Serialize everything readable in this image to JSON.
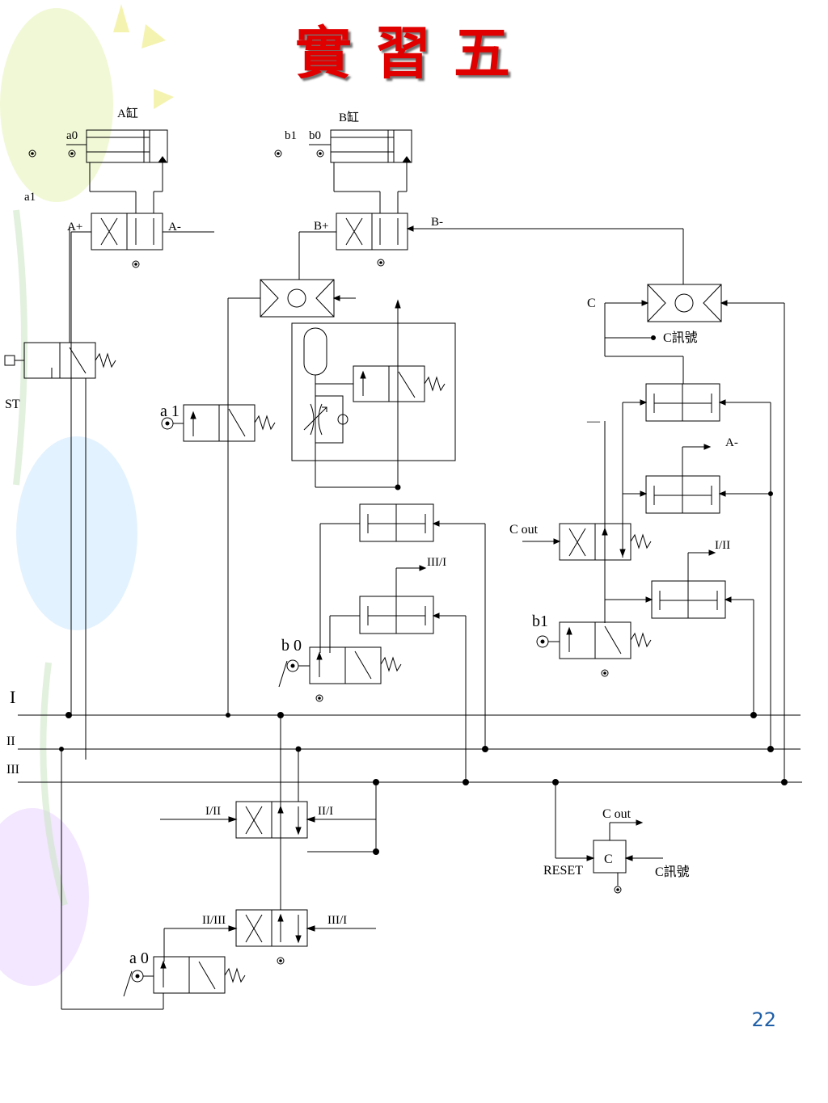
{
  "title": "實習五",
  "page_number": "22",
  "colors": {
    "title": "#e00000",
    "page_number": "#1f5fa8",
    "lines": "#000000"
  },
  "labels": {
    "cyl_a": "A缸",
    "cyl_b": "B缸",
    "a0_top": "a0",
    "a1_left": "a1",
    "b1_top": "b1",
    "b0_top": "b0",
    "a_plus": "A+",
    "a_minus": "A-",
    "b_plus": "B+",
    "b_minus": "B-",
    "st": "ST",
    "a1_valve": "a 1",
    "b0_valve": "b 0",
    "a0_valve": "a 0",
    "b1_valve": "b1",
    "c_top": "C",
    "c_signal": "C訊號",
    "dash": "—",
    "a_minus_right": "A-",
    "c_out_left": "C out",
    "i_ii_right": "I/II",
    "iii_i_mid": "III/I",
    "line_i": "I",
    "line_ii": "II",
    "line_iii": "III",
    "i_ii_lower": "I/II",
    "ii_i_lower": "II/I",
    "ii_iii_lower": "II/III",
    "iii_i_lower": "III/I",
    "c_out_counter": "C out",
    "reset": "RESET",
    "counter": "C",
    "c_signal_counter": "C訊號"
  }
}
